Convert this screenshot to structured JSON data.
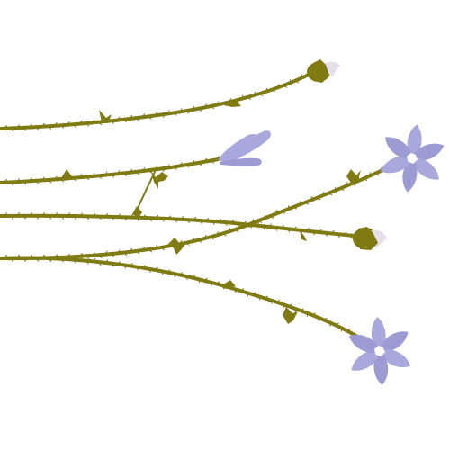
{
  "illustration": {
    "background_color": "#ffffff",
    "stem_color": "#7f7a12",
    "stem_shadow_color": "#6a6510",
    "petal_color": "#a9a8dc",
    "petal_shade_color": "#9c9bd4",
    "flower_center_color": "#ffffff",
    "bud_color": "#7f7a12",
    "bud_tip_color": "#e6e0ea"
  },
  "stems": [
    {
      "name": "stem-top-bud"
    },
    {
      "name": "stem-bell-bud"
    },
    {
      "name": "stem-upper-flower"
    },
    {
      "name": "stem-middle-bud"
    },
    {
      "name": "stem-lower-flower"
    },
    {
      "name": "stem-connector"
    }
  ],
  "flowers": [
    {
      "name": "flower-upper-right"
    },
    {
      "name": "flower-lower-right"
    }
  ],
  "buds": [
    {
      "name": "bud-top"
    },
    {
      "name": "bud-middle"
    },
    {
      "name": "bud-bell"
    }
  ]
}
